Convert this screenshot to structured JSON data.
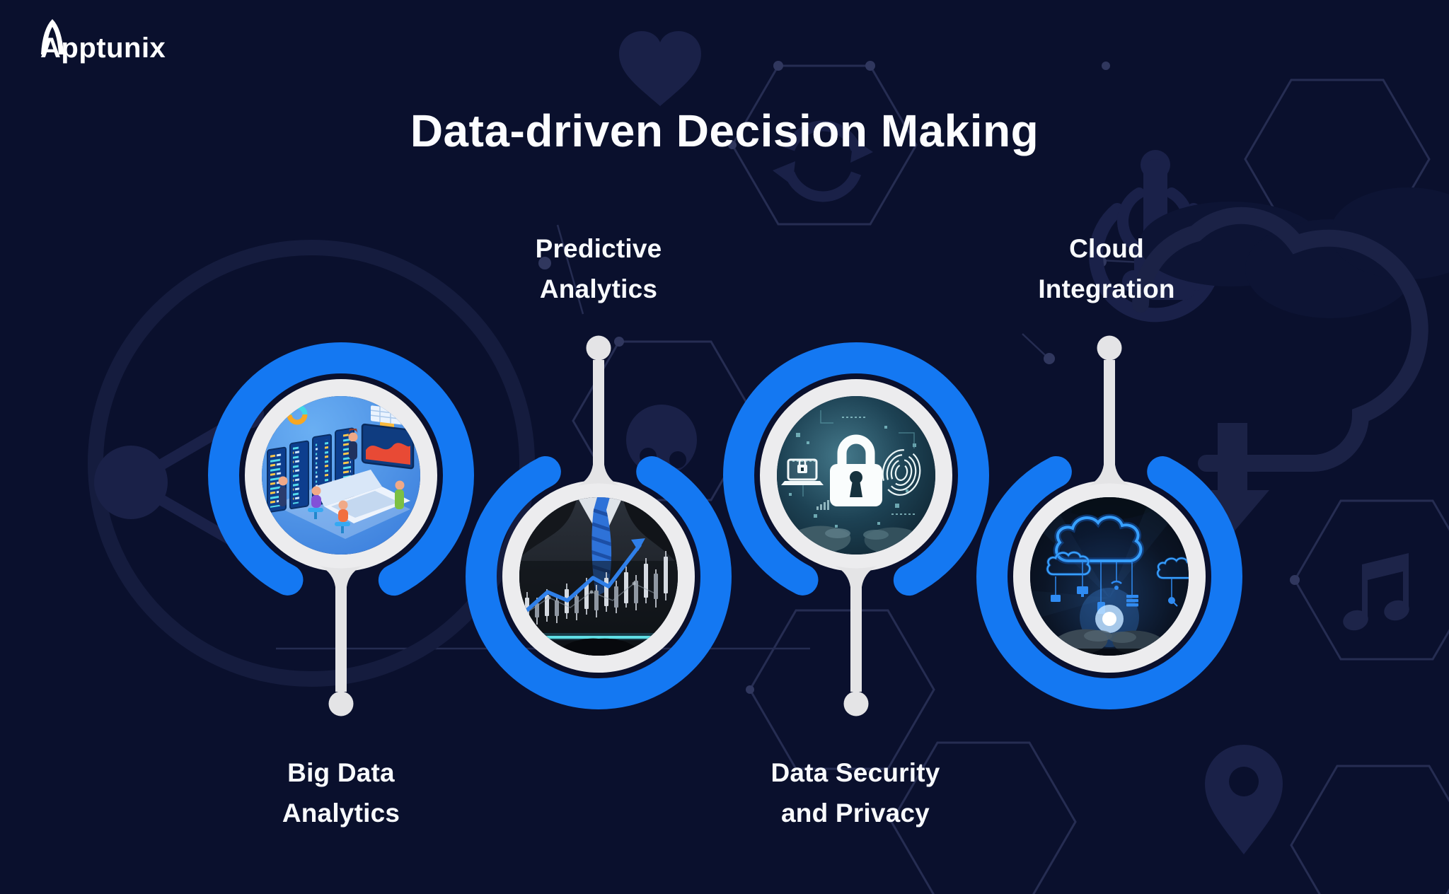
{
  "brand": {
    "name": "Apptunix"
  },
  "header": {
    "title": "Data-driven Decision Making"
  },
  "items": [
    {
      "id": "big-data-analytics",
      "label": [
        "Big Data",
        "Analytics"
      ],
      "label_position": "below",
      "image_subject": "big-data-analytics-illustration"
    },
    {
      "id": "predictive-analytics",
      "label": [
        "Predictive",
        "Analytics"
      ],
      "label_position": "above",
      "image_subject": "predictive-analytics-chart-photo"
    },
    {
      "id": "data-security-and-privacy",
      "label": [
        "Data Security",
        "and Privacy"
      ],
      "label_position": "below",
      "image_subject": "security-padlock-photo"
    },
    {
      "id": "cloud-integration",
      "label": [
        "Cloud",
        "Integration"
      ],
      "label_position": "above",
      "image_subject": "cloud-devices-hands-photo"
    }
  ],
  "colors": {
    "background": "#0A102D",
    "accent_blue": "#1478F2",
    "ring_white": "#ECECEE",
    "stem_gray": "#E4E4E6",
    "text_white": "#FAFBFE",
    "decor_navy": "#1A2148",
    "hexagon_line": "#262D52"
  },
  "decor_icons": [
    "heart-icon",
    "sync-icon",
    "tap-gesture-icon",
    "share-network-icon",
    "ring-outline",
    "cloud-silhouette",
    "cloud-download-icon",
    "music-note-icon",
    "location-pin-icon",
    "dots-face-icon",
    "hexagon-pattern"
  ]
}
